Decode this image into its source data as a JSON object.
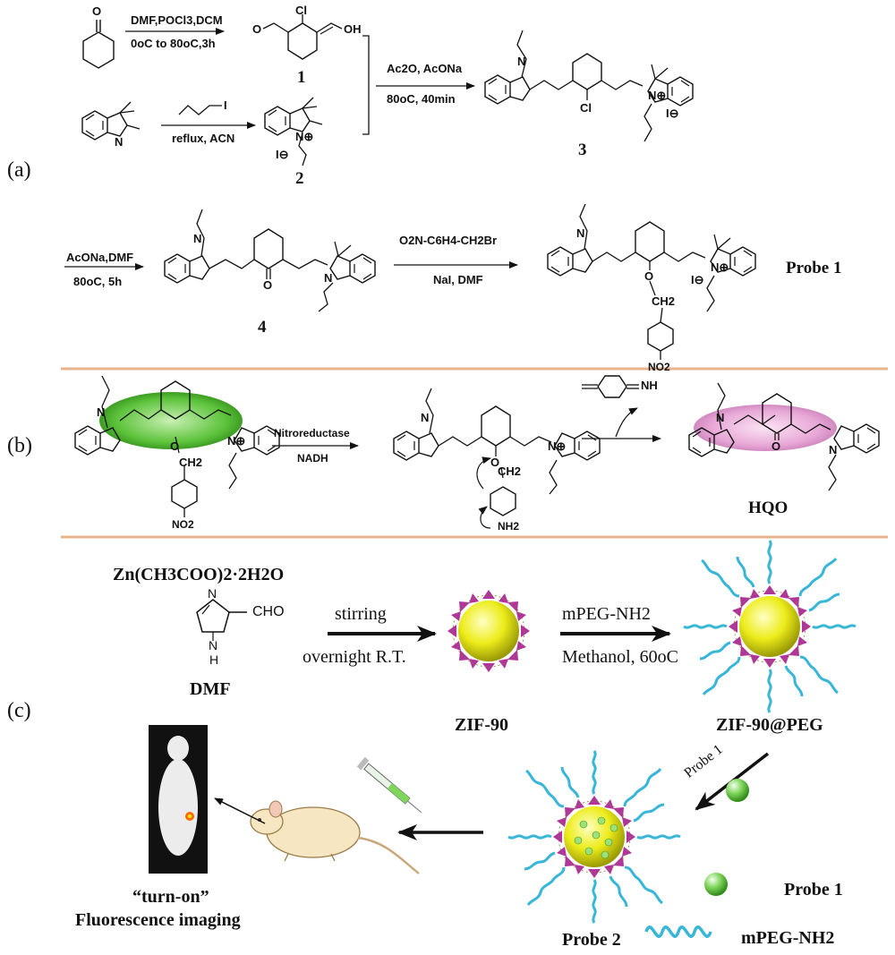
{
  "panels": {
    "a": "(a)",
    "b": "(b)",
    "c": "(c)"
  },
  "scheme_a": {
    "step1_reagents": "DMF,POCl3,DCM",
    "step1_conditions": "0oC to 80oC,3h",
    "step2_reagent": "I",
    "step2_conditions": "reflux, ACN",
    "step3_reagents": "Ac2O, AcONa",
    "step3_conditions": "80oC, 40min",
    "step4_reagents": "AcONa,DMF",
    "step4_conditions": "80oC, 5h",
    "step5_reagent": "O2N-C6H4-CH2Br",
    "step5_conditions": "NaI, DMF",
    "compound_labels": [
      "1",
      "2",
      "3",
      "4"
    ],
    "probe_label": "Probe 1",
    "atom_labels": {
      "O": "O",
      "Cl": "Cl",
      "OH": "OH",
      "N": "N",
      "Nplus": "N⊕",
      "Iminus": "I⊖",
      "CH2": "CH2",
      "NO2": "NO2",
      "NH": "NH",
      "NH2": "NH2",
      "H": "H",
      "CHO": "CHO"
    }
  },
  "scheme_b": {
    "enzyme": "Nitroreductase",
    "cofactor": "NADH",
    "byproduct": "=NH",
    "product_label": "HQO"
  },
  "scheme_c": {
    "zinc_salt": "Zn(CH3COO)2·2H2O",
    "solvent": "DMF",
    "step1_top": "stirring",
    "step1_bottom": "overnight R.T.",
    "step2_top": "mPEG-NH2",
    "step2_bottom": "Methanol, 60oC",
    "zif_label": "ZIF-90",
    "zif_peg_label": "ZIF-90@PEG",
    "load_label": "Probe 1",
    "probe2_label": "Probe 2",
    "imaging_line1": "“turn-on”",
    "imaging_line2": "Fluorescence imaging",
    "legend": [
      {
        "label": "Probe 1",
        "icon": "green-sphere-icon"
      },
      {
        "label": "mPEG-NH2",
        "icon": "peg-coil-icon"
      }
    ]
  },
  "colors": {
    "divider": "#e8b48a",
    "green_highlight": "#5cc23a",
    "pink_highlight": "#e7a6d6",
    "sphere_yellow": "#ecec1a",
    "node_magenta": "#b0349c",
    "peg_cyan": "#38b6d8",
    "probe_green": "#7fd45a"
  }
}
